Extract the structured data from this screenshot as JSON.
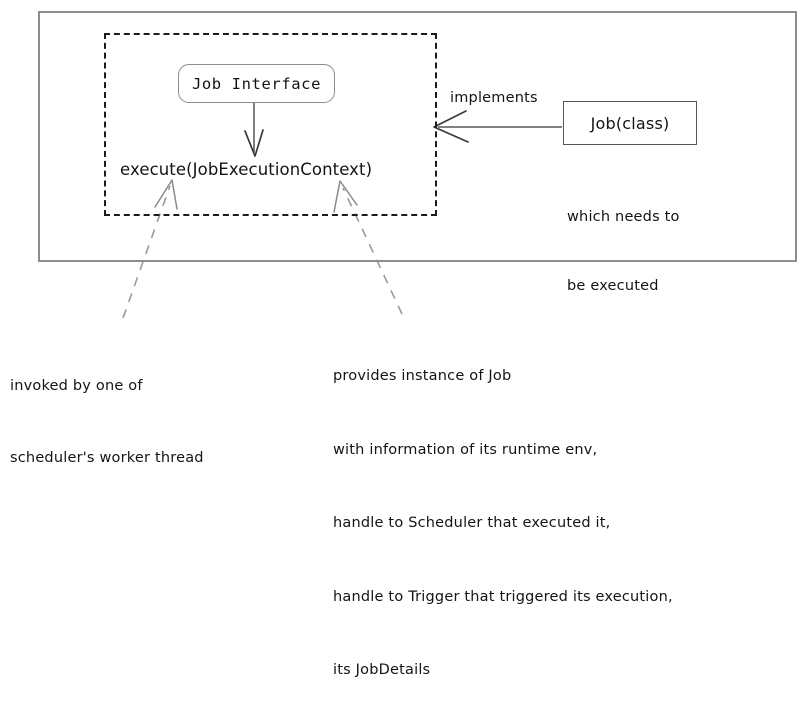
{
  "diagram": {
    "type": "architecture-annotation-diagram",
    "title": "Quartz Job Interface relationship diagram",
    "background_color": "#ffffff",
    "outer_container": {
      "name": "outer-container",
      "border_color": "#8d8d8d",
      "style": "solid"
    },
    "grouping_box": {
      "name": "job-interface-group",
      "border_color": "#1c1c1c",
      "style": "dashed"
    },
    "nodes": [
      {
        "id": "job-interface",
        "label": "Job Interface",
        "shape": "rounded-rectangle",
        "stroke": "#8d8d8d"
      },
      {
        "id": "execute-method",
        "label": "execute(JobExecutionContext)",
        "shape": "text",
        "stroke": "none"
      },
      {
        "id": "job-class",
        "label": "Job(class)",
        "shape": "rectangle",
        "stroke": "#555555"
      }
    ],
    "edges": [
      {
        "id": "interface-to-method",
        "from": "job-interface",
        "to": "execute-method",
        "label": "",
        "style": "solid",
        "arrow": "open-v",
        "color": "#6f6f6f"
      },
      {
        "id": "jobclass-implements-interface",
        "from": "job-class",
        "to": "job-interface-group",
        "label": "implements",
        "style": "solid",
        "arrow": "open-v",
        "color": "#6f6f6f"
      },
      {
        "id": "leader-invoked",
        "from": "note-invoked",
        "to": "execute-method",
        "label": "",
        "style": "dashed",
        "arrow": "open-v",
        "color": "#9a9a9a"
      },
      {
        "id": "leader-provides",
        "from": "note-provides",
        "to": "execute-method",
        "label": "",
        "style": "dashed",
        "arrow": "open-v",
        "color": "#9a9a9a"
      }
    ],
    "labels": {
      "implements": "implements",
      "job_class_note": [
        "which needs to",
        "be executed"
      ],
      "note_invoked": [
        "invoked by one of",
        "scheduler's worker thread"
      ],
      "note_provides": [
        "provides instance of Job",
        "with information of its runtime env,",
        "handle to Scheduler that executed it,",
        "handle to Trigger that triggered its execution,",
        "its JobDetails"
      ]
    },
    "colors": {
      "text": "#141414",
      "solid_edge": "#6f6f6f",
      "dashed_leader": "#9a9a9a",
      "outer_border": "#8d8d8d",
      "group_border": "#1c1c1c"
    }
  }
}
